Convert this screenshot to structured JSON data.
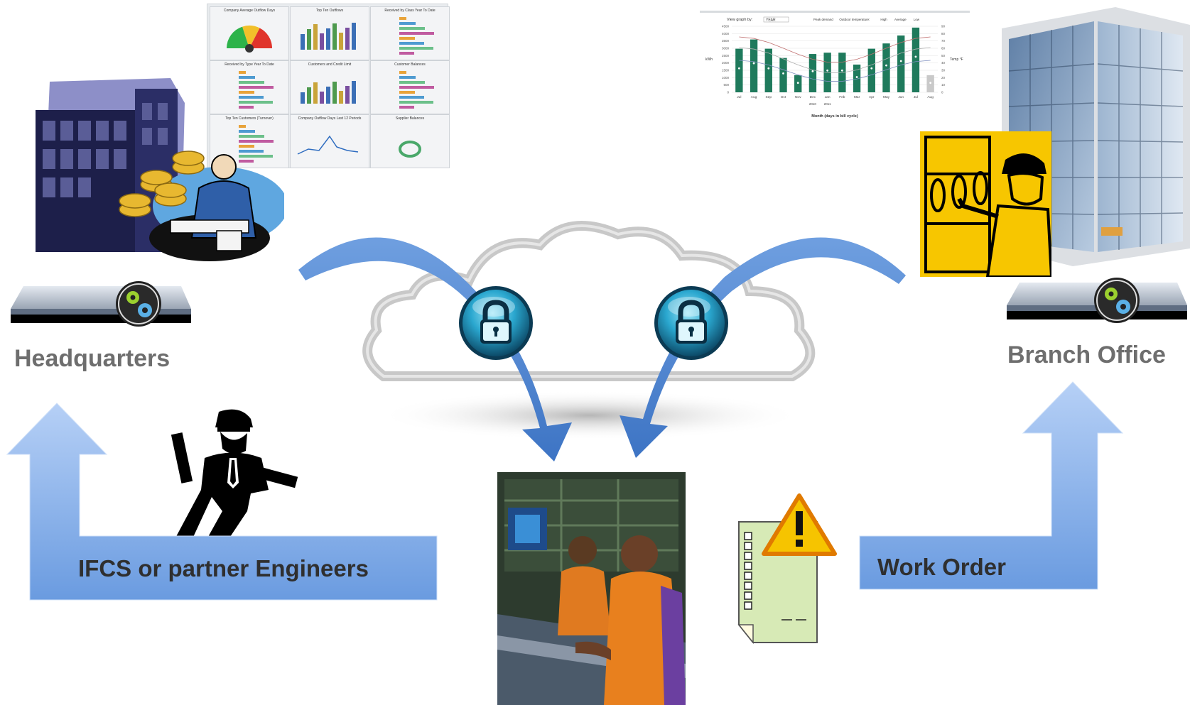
{
  "labels": {
    "headquarters": "Headquarters",
    "branch_office": "Branch Office",
    "engineers": "IFCS or partner Engineers",
    "work_order": "Work Order"
  },
  "dashboard": {
    "panels": [
      "Company Average Outflow Days",
      "Top Ten Outflows",
      "Received by Class Year To Date",
      "Received by Type Year To Date",
      "Customers and Credit Limit",
      "Customer Balances",
      "Top Ten Customers (Turnover)",
      "Company Outflow Days Last 12 Periods",
      "Supplier Balances"
    ]
  },
  "energy_chart": {
    "view_label": "View graph by:",
    "view_value": "YEAR",
    "legend": [
      "Peak demand",
      "Outdoor temperature:",
      "High",
      "Average",
      "Low"
    ],
    "months": [
      "Jul",
      "Aug",
      "Sep",
      "Oct",
      "Nov",
      "Dec",
      "Jan",
      "Feb",
      "Mar",
      "Apr",
      "May",
      "Jun",
      "Jul",
      "Aug"
    ],
    "years": [
      "2010",
      "2011"
    ],
    "bar_values": [
      3300,
      4000,
      3300,
      2600,
      1300,
      2900,
      3000,
      3000,
      2100,
      3300,
      3700,
      4300,
      4900,
      1300
    ],
    "y_ticks": [
      "4500",
      "4000",
      "3500",
      "3000",
      "2500",
      "2000",
      "1500",
      "1000",
      "500",
      "0"
    ],
    "y_right_ticks": [
      "90",
      "80",
      "70",
      "60",
      "50",
      "40",
      "30",
      "20",
      "10",
      "0"
    ],
    "ylabel": "kWh",
    "ylabel_right": "Temp °F",
    "xlabel": "Month (days in bill cycle)",
    "bar_color": "#1f7a5c"
  },
  "colors": {
    "arrow_fill": "#6f9fe0",
    "curve_arrow": "#5b8fd6",
    "lock": "#1a8fb5",
    "label_gray": "#6e6e6e"
  },
  "icons": [
    "lock-icon",
    "gear-icon",
    "warning-icon",
    "server-icon"
  ]
}
